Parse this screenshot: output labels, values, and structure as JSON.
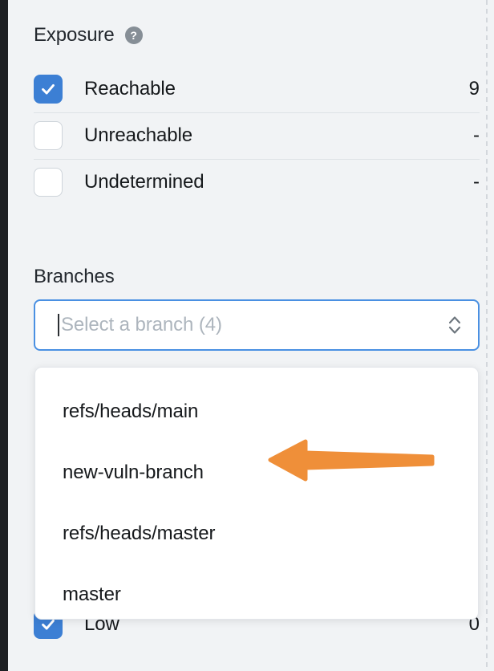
{
  "theme": {
    "accent_blue": "#3c7fd4",
    "focus_blue": "#4a90e2",
    "panel_bg": "#f1f3f5",
    "rail_dark": "#1d2023",
    "annotation_orange": "#ef8f39",
    "muted_text": "#adb5bd"
  },
  "exposure": {
    "title": "Exposure",
    "help_icon_glyph": "?",
    "rows": [
      {
        "label": "Reachable",
        "count": "9",
        "checked": true
      },
      {
        "label": "Unreachable",
        "count": "-",
        "checked": false
      },
      {
        "label": "Undetermined",
        "count": "-",
        "checked": false
      }
    ]
  },
  "branches": {
    "title": "Branches",
    "combobox": {
      "value": "",
      "placeholder": "Select a branch (4)",
      "focused": true
    },
    "options": [
      {
        "label": "refs/heads/main"
      },
      {
        "label": "new-vuln-branch"
      },
      {
        "label": "refs/heads/master"
      },
      {
        "label": "master"
      }
    ]
  },
  "severity_partial": {
    "rows": [
      {
        "label": "Low",
        "count": "0",
        "checked": true
      }
    ]
  },
  "annotation": {
    "type": "arrow",
    "direction": "left",
    "points_at": "new-vuln-branch",
    "color": "#ef8f39"
  }
}
